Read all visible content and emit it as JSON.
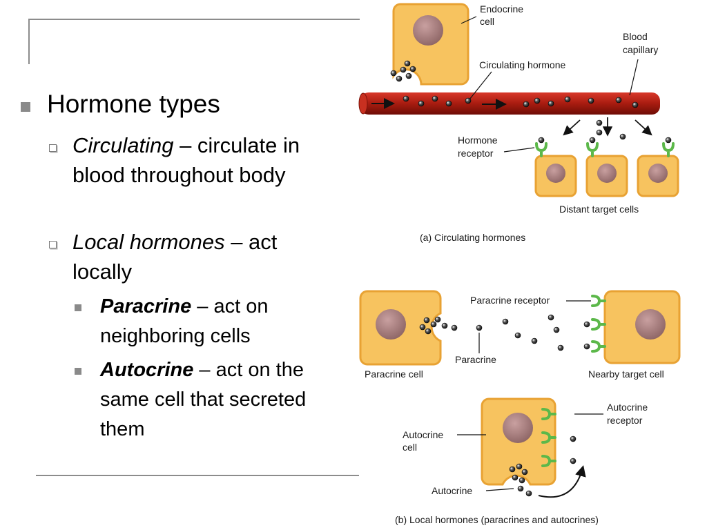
{
  "bullets": {
    "main": "Hormone types",
    "circulating_term": "Circulating",
    "circulating_rest": " – circulate in blood throughout body",
    "local_term": "Local hormones",
    "local_rest": " – act locally",
    "paracrine_term": "Paracrine",
    "paracrine_rest": " – act on neighboring cells",
    "autocrine_term": "Autocrine",
    "autocrine_rest": " – act on the same cell that secreted them"
  },
  "diagram_a": {
    "endocrine_cell_l1": "Endocrine",
    "endocrine_cell_l2": "cell",
    "blood_capillary_l1": "Blood",
    "blood_capillary_l2": "capillary",
    "circulating_hormone": "Circulating hormone",
    "hormone_receptor_l1": "Hormone",
    "hormone_receptor_l2": "receptor",
    "distant_target_cells": "Distant target cells",
    "caption": "(a) Circulating hormones"
  },
  "diagram_b": {
    "paracrine_receptor": "Paracrine receptor",
    "paracrine": "Paracrine",
    "paracrine_cell": "Paracrine cell",
    "nearby_target_cell": "Nearby target cell",
    "autocrine_receptor_l1": "Autocrine",
    "autocrine_receptor_l2": "receptor",
    "autocrine_cell_l1": "Autocrine",
    "autocrine_cell_l2": "cell",
    "autocrine": "Autocrine",
    "caption": "(b) Local hormones (paracrines and autocrines)"
  },
  "colors": {
    "cell_fill": "#f7c35f",
    "cell_stroke": "#e8a233",
    "nucleus": "#a07878",
    "blood": "#a81c10",
    "receptor": "#5cb84a"
  }
}
